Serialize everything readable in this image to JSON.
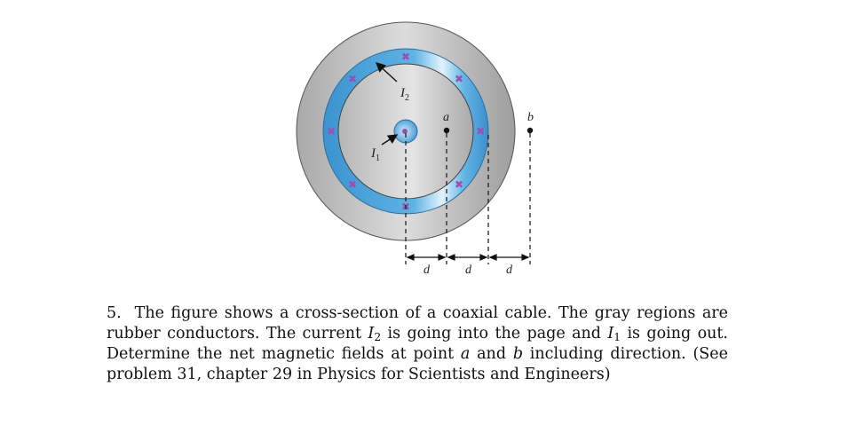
{
  "figure": {
    "labels": {
      "I2": "I",
      "I2_sub": "2",
      "I1": "I",
      "I1_sub": "1",
      "point_a": "a",
      "point_b": "b",
      "d1": "d",
      "d2": "d",
      "d3": "d"
    },
    "colors": {
      "outer_gray": "#bdbdbd",
      "ring_blue": "#4fa6dc",
      "ring_highlight": "#d9eefa",
      "inner_gray": "#c6c6c6",
      "x_marker": "#9b4fb0",
      "dash": "#222222"
    },
    "current_markers": "×"
  },
  "problem": {
    "number": "5.",
    "line1_a": "The figure shows a cross-section of a coaxial cable.  The gray regions are",
    "line2_a": "rubber conductors.  The current ",
    "line2_I": "I",
    "line2_sub": "2",
    "line2_b": " is going into the page and ",
    "line2_I1": "I",
    "line2_sub1": "1",
    "line2_c": " is going out.",
    "line3_a": "Determine the net magnetic fields at point ",
    "line3_pa": "a",
    "line3_b": " and ",
    "line3_pb": "b",
    "line3_c": " including direction.  (See",
    "line4": "problem 31, chapter 29 in Physics for Scientists and Engineers)"
  }
}
